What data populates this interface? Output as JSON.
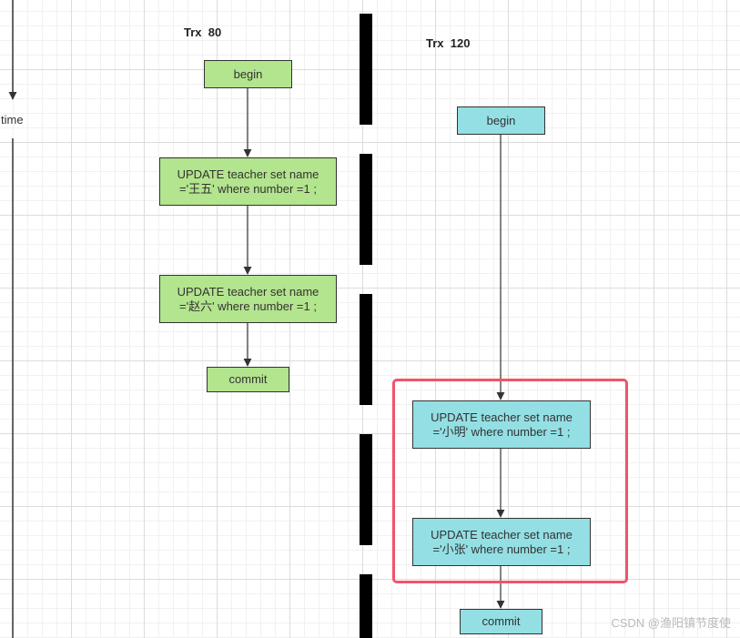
{
  "time_axis": {
    "label": "time"
  },
  "transactions": [
    {
      "label": "Trx  80",
      "color": "#b3e48e",
      "steps": [
        "begin",
        "UPDATE  teacher  set name\n='王五' where number =1 ;",
        "UPDATE  teacher  set name\n='赵六' where number =1 ;",
        "commit"
      ]
    },
    {
      "label": "Trx  120",
      "color": "#93dfe4",
      "steps": [
        "begin",
        "UPDATE  teacher  set name\n='小明' where number =1 ;",
        "UPDATE  teacher  set name\n='小张' where number =1 ;",
        "commit"
      ]
    }
  ],
  "highlight_color": "#f0546a",
  "watermark": "CSDN @渔阳镇节度使"
}
